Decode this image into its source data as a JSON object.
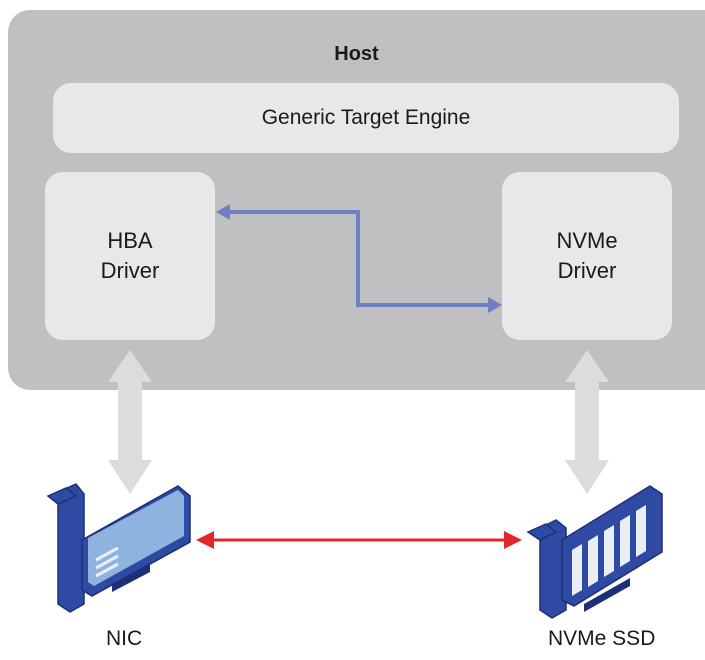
{
  "host": {
    "title": "Host"
  },
  "engine": {
    "label": "Generic Target Engine"
  },
  "drivers": {
    "hba": {
      "line1": "HBA",
      "line2": "Driver"
    },
    "nvme": {
      "line1": "NVMe",
      "line2": "Driver"
    }
  },
  "devices": {
    "nic": {
      "label": "NIC"
    },
    "ssd": {
      "label": "NVMe SSD"
    }
  },
  "colors": {
    "host_bg": "#bfc0c2",
    "box_bg": "#e8e8e9",
    "internal_arrow": "#6f7fc4",
    "device_link": "#e3262b",
    "device_body": "#2f4aa3",
    "nic_card": "#8fb3df"
  }
}
